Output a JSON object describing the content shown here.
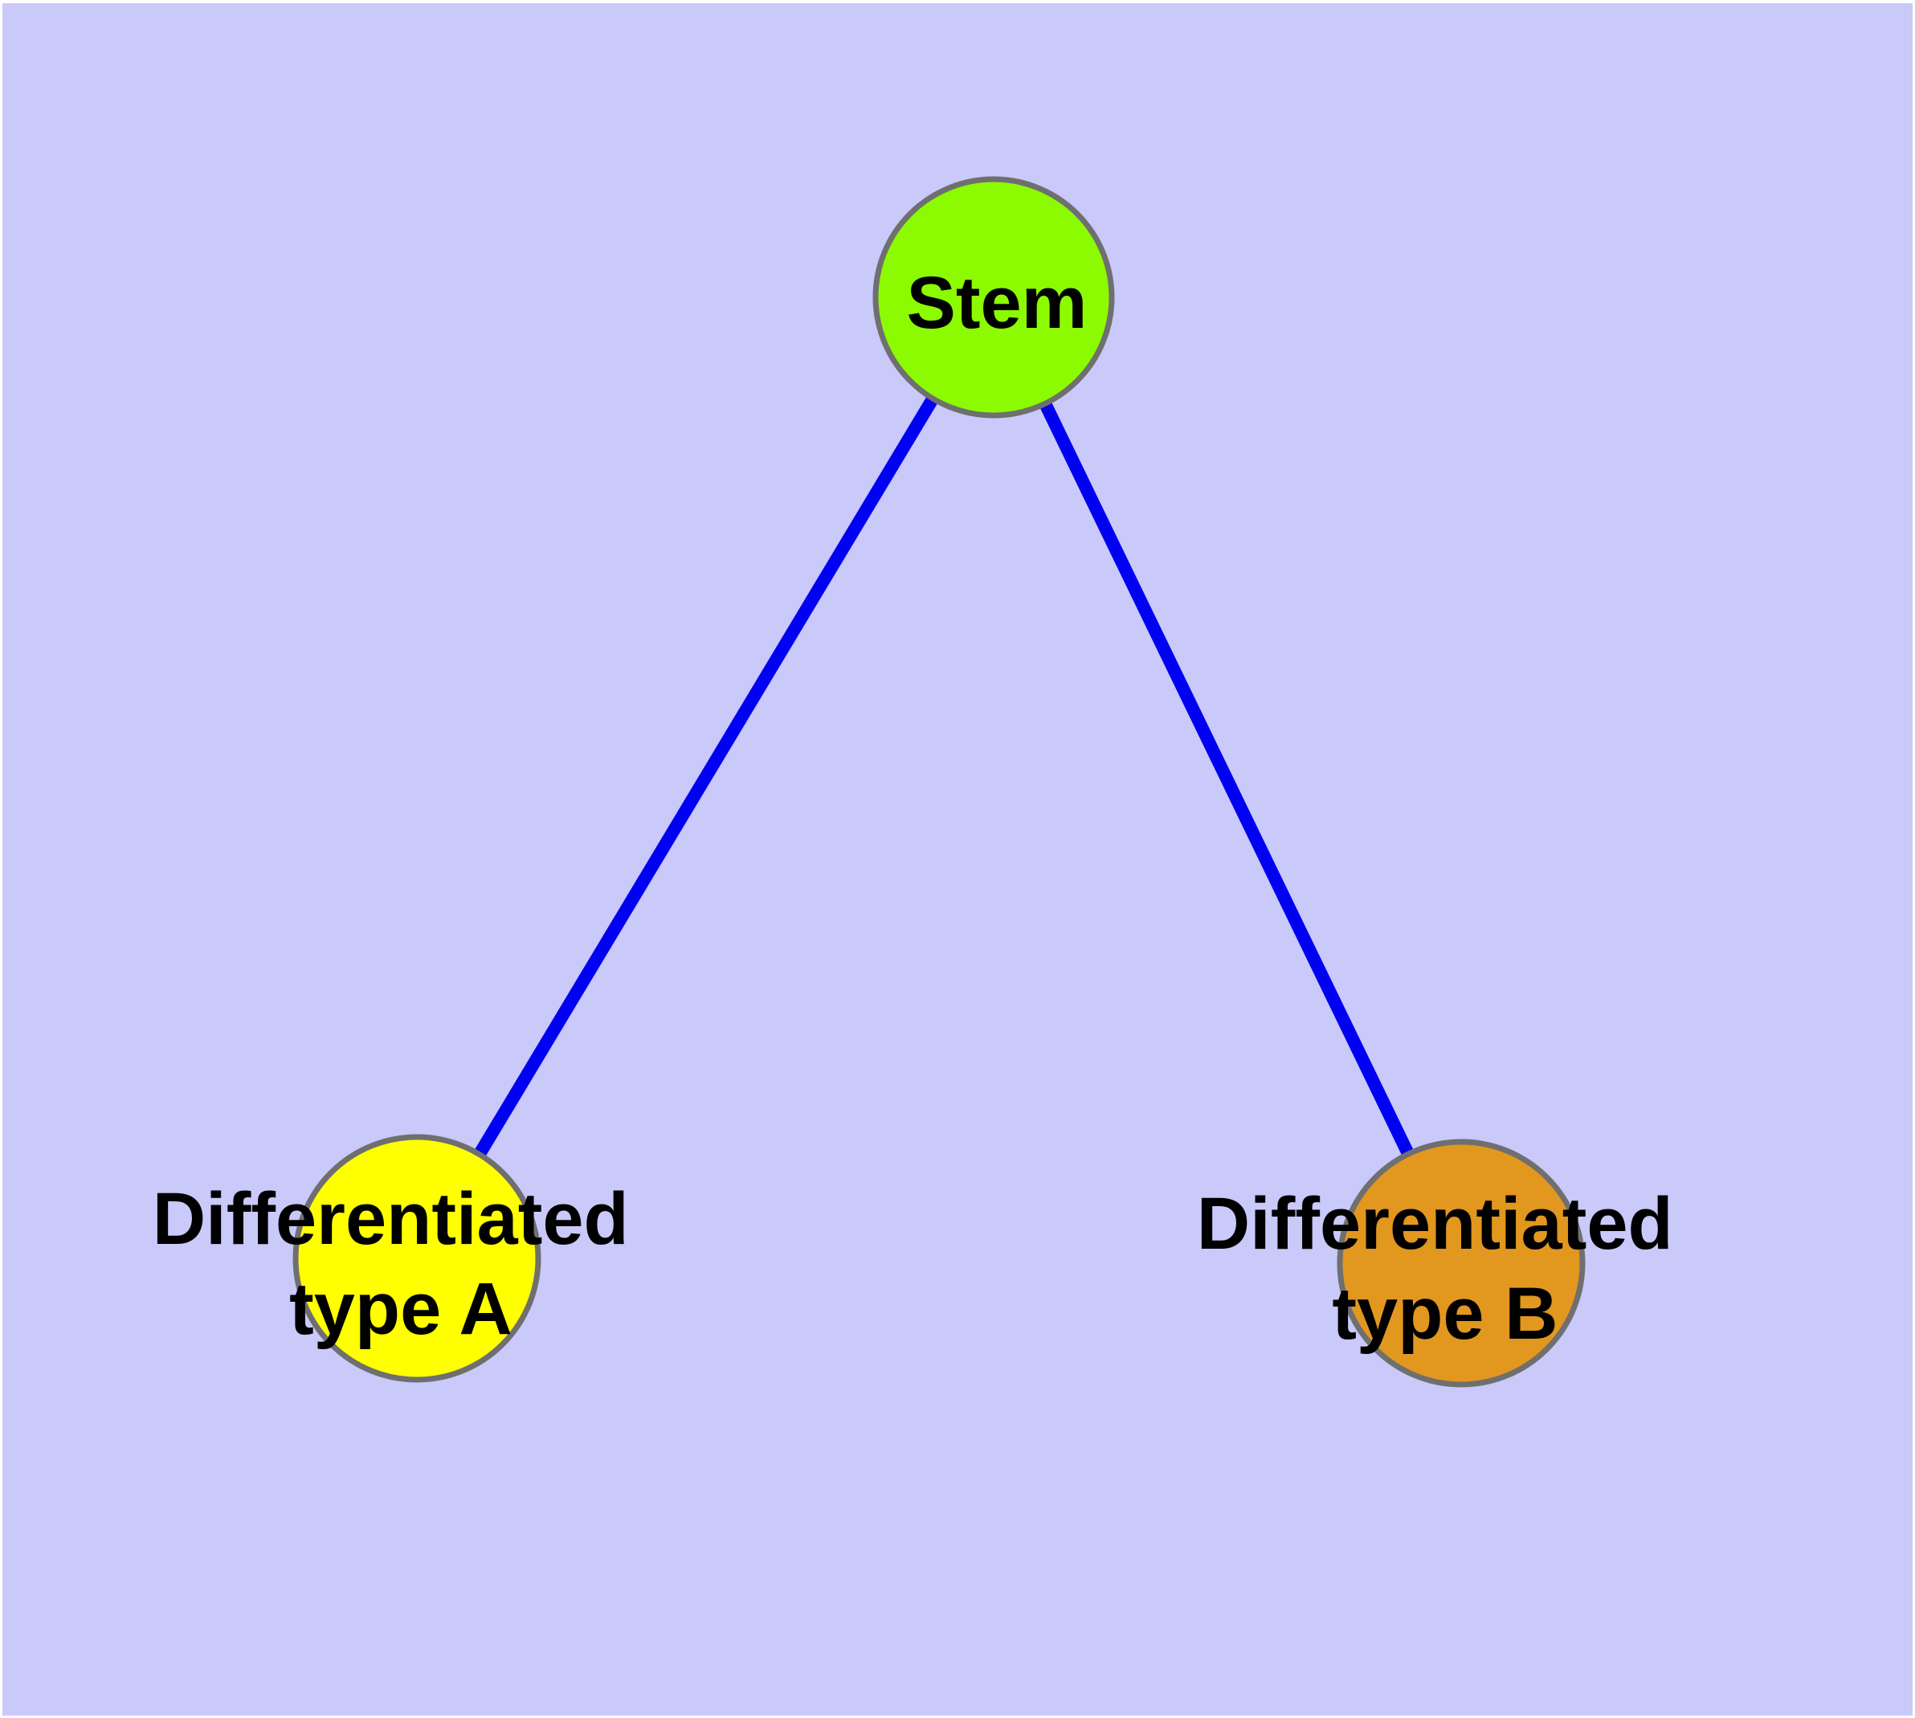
{
  "diagram": {
    "title": "",
    "colors": {
      "background": "#c9c9fa",
      "frame": "#ffffff",
      "edge": "#0000f2",
      "node_border": "#6f6f6f",
      "label_text": "#000000"
    },
    "nodes": [
      {
        "id": "stem",
        "label": "Stem",
        "fill": "#8cfa00"
      },
      {
        "id": "type-a",
        "label_line1": "Differentiated",
        "label_line2": "type A",
        "fill": "#ffff00"
      },
      {
        "id": "type-b",
        "label_line1": "Differentiated",
        "label_line2": "type B",
        "fill": "#e2971f"
      }
    ],
    "edges": [
      {
        "from": "Stem",
        "to": "Differentiated type A"
      },
      {
        "from": "Stem",
        "to": "Differentiated type B"
      }
    ]
  }
}
